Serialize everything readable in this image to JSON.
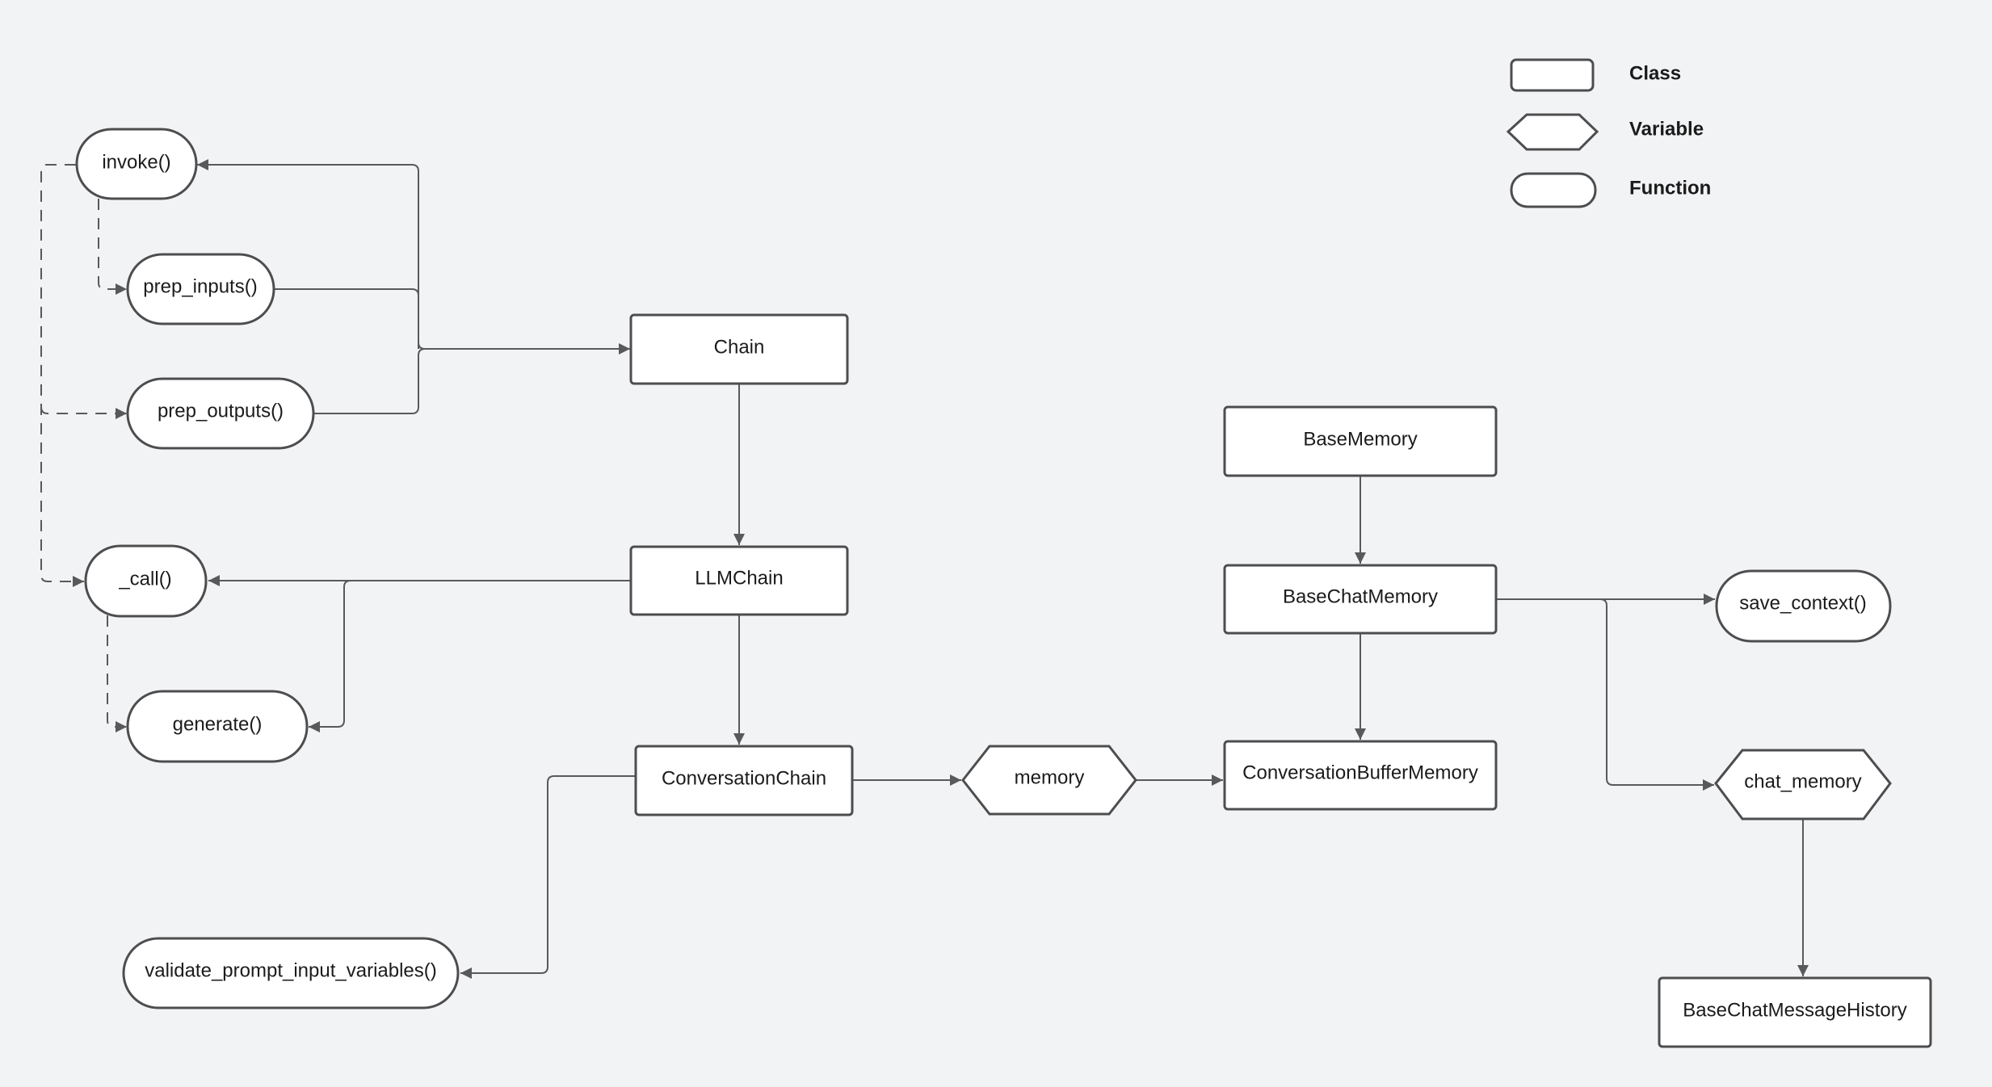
{
  "legend": {
    "class_label": "Class",
    "variable_label": "Variable",
    "function_label": "Function"
  },
  "nodes": {
    "invoke": "invoke()",
    "prep_inputs": "prep_inputs()",
    "prep_outputs": "prep_outputs()",
    "call": "_call()",
    "generate": "generate()",
    "validate": "validate_prompt_input_variables()",
    "chain": "Chain",
    "llmchain": "LLMChain",
    "conversationchain": "ConversationChain",
    "memory": "memory",
    "basememory": "BaseMemory",
    "basechatmemory": "BaseChatMemory",
    "conversationbuffermemory": "ConversationBufferMemory",
    "save_context": "save_context()",
    "chat_memory": "chat_memory",
    "basechatmessagehistory": "BaseChatMessageHistory"
  },
  "colors": {
    "background": "#f2f3f5",
    "node_fill": "#ffffff",
    "stroke": "#4d4d4f",
    "edge": "#58595b"
  }
}
